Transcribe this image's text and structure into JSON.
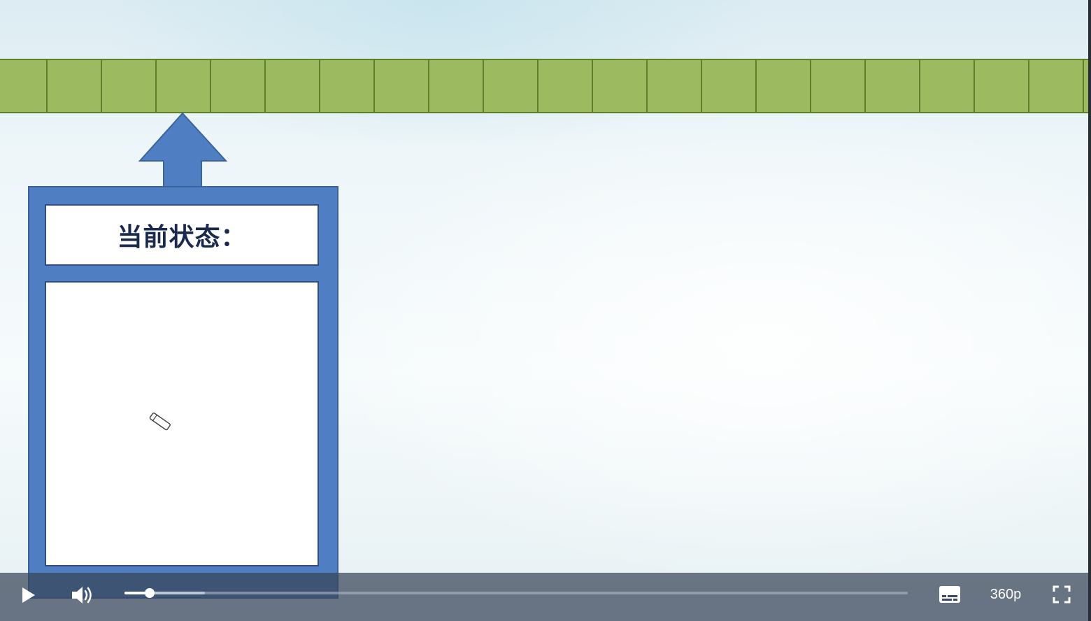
{
  "slide": {
    "state_label": "当前状态：",
    "state_content": "",
    "tape_cell_count": 21,
    "colors": {
      "tape_fill": "#9cba5f",
      "tape_border": "#5f7f2c",
      "machine_fill": "#4f7fc2",
      "label_text": "#1a2a4f"
    }
  },
  "player": {
    "progress": 0.032,
    "buffered": 0.103,
    "quality": "360p",
    "icons": {
      "play": "play-icon",
      "volume": "volume-icon",
      "subtitles": "subtitles-icon",
      "fullscreen": "fullscreen-icon"
    }
  }
}
